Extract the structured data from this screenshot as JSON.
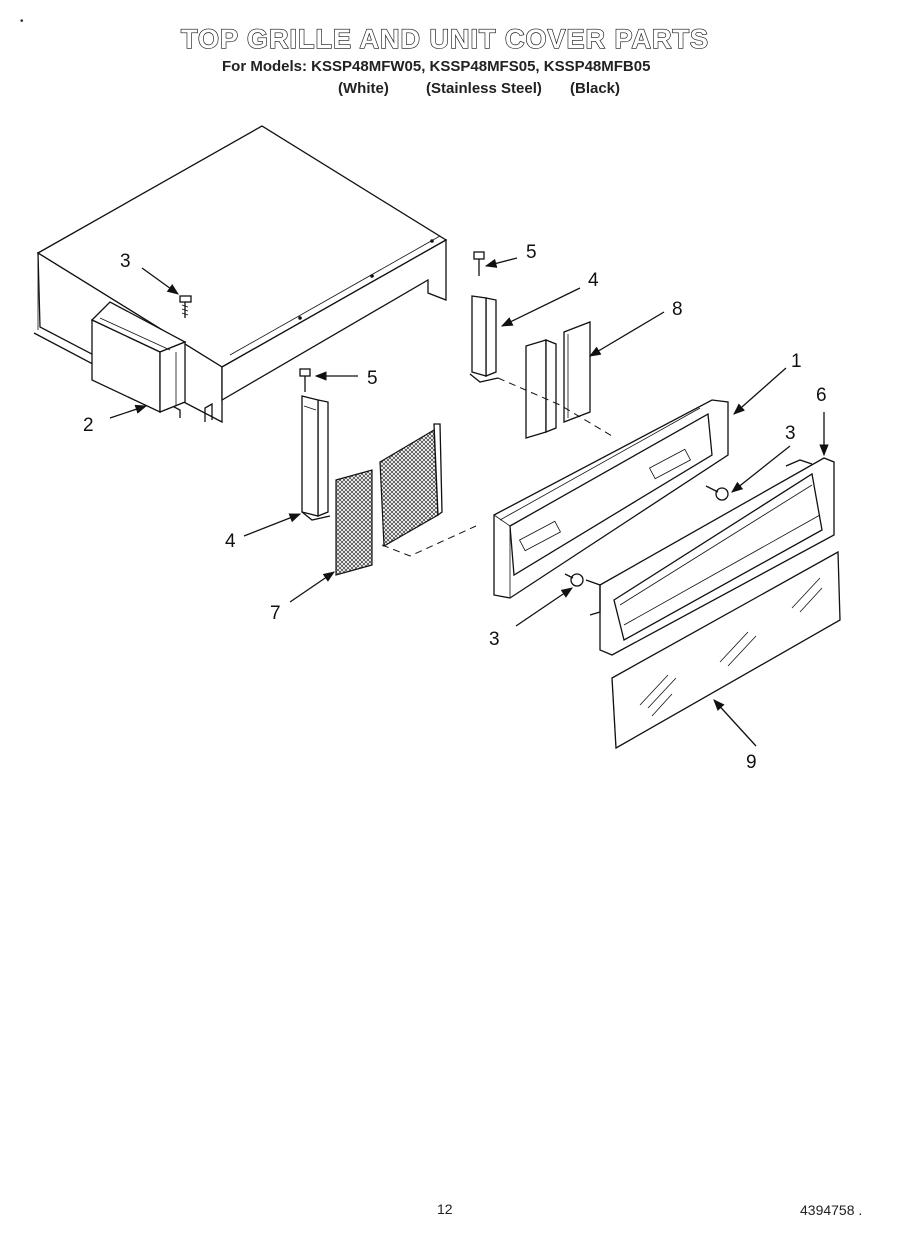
{
  "header": {
    "title": "TOP GRILLE AND UNIT COVER PARTS",
    "models_line": "For Models: KSSP48MFW05, KSSP48MFS05, KSSP48MFB05",
    "finish_white": "(White)",
    "finish_steel": "(Stainless Steel)",
    "finish_black": "(Black)"
  },
  "corner_mark": "•",
  "callouts": {
    "unit_cover": "1",
    "box_2": "2",
    "screw_top_left": "3",
    "screw_right": "3",
    "screw_bottom": "3",
    "bracket_left": "4",
    "bracket_right": "4",
    "screw_5_left": "5",
    "screw_5_right": "5",
    "grille_frame": "6",
    "filter_7": "7",
    "panel_8": "8",
    "glass_9": "9"
  },
  "footer": {
    "page_number": "12",
    "document_number": "4394758 ."
  }
}
